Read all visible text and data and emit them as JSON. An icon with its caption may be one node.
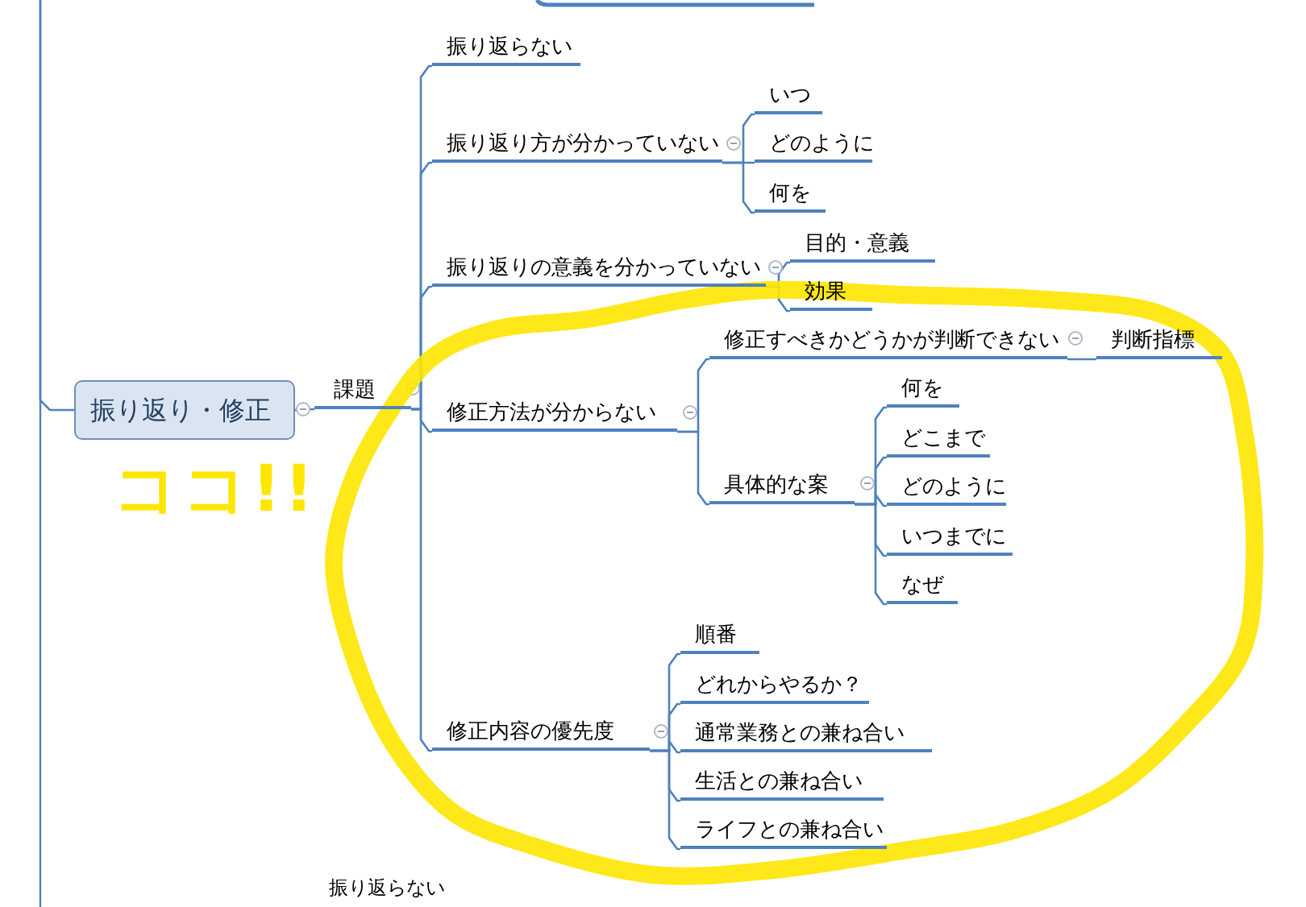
{
  "diagram": {
    "nodes": [
      {
        "text": [
          "振り返り・修正"
        ]
      },
      {
        "text": [
          "課題"
        ]
      },
      {
        "text": [
          "振り返らない"
        ]
      },
      {
        "text": [
          "振り返り方が分かっていない"
        ]
      },
      {
        "text": [
          "いつ"
        ]
      },
      {
        "text": [
          "どのように"
        ]
      },
      {
        "text": [
          "何を"
        ]
      },
      {
        "text": [
          "振り返りの意義を分かっていない"
        ]
      },
      {
        "text": [
          "目的・意義"
        ]
      },
      {
        "text": [
          "効果"
        ]
      },
      {
        "text": [
          "修正方法が分からない"
        ]
      },
      {
        "text": [
          "修正すべきかどうかが判断できない"
        ]
      },
      {
        "text": [
          "判断指標"
        ]
      },
      {
        "text": [
          "具体的な案"
        ]
      },
      {
        "text": [
          "何を"
        ]
      },
      {
        "text": [
          "どこまで"
        ]
      },
      {
        "text": [
          "どのように"
        ]
      },
      {
        "text": [
          "いつまでに"
        ]
      },
      {
        "text": [
          "なぜ"
        ]
      },
      {
        "text": [
          "修正内容の優先度"
        ]
      },
      {
        "text": [
          "順番"
        ]
      },
      {
        "text": [
          "どれからやるか？"
        ]
      },
      {
        "text": [
          "通常業務との兼ね合い"
        ]
      },
      {
        "text": [
          "生活との兼ね合い"
        ]
      },
      {
        "text": [
          "ライフとの兼ね合い"
        ]
      }
    ],
    "edges": [
      {
        "from": null,
        "to": 0,
        "arrow": "none"
      },
      {
        "from": 0,
        "to": 1,
        "arrow": "none"
      },
      {
        "from": 1,
        "to": 2,
        "arrow": "none"
      },
      {
        "from": 1,
        "to": 3,
        "arrow": "none"
      },
      {
        "from": 1,
        "to": 7,
        "arrow": "none"
      },
      {
        "from": 1,
        "to": 10,
        "arrow": "none"
      },
      {
        "from": 1,
        "to": 19,
        "arrow": "none"
      },
      {
        "from": 3,
        "to": 4,
        "arrow": "none"
      },
      {
        "from": 3,
        "to": 5,
        "arrow": "none"
      },
      {
        "from": 3,
        "to": 6,
        "arrow": "none"
      },
      {
        "from": 7,
        "to": 8,
        "arrow": "none"
      },
      {
        "from": 7,
        "to": 9,
        "arrow": "none"
      },
      {
        "from": 10,
        "to": 11,
        "arrow": "none"
      },
      {
        "from": 10,
        "to": 13,
        "arrow": "none"
      },
      {
        "from": 11,
        "to": 12,
        "arrow": "none"
      },
      {
        "from": 13,
        "to": 14,
        "arrow": "none"
      },
      {
        "from": 13,
        "to": 15,
        "arrow": "none"
      },
      {
        "from": 13,
        "to": 16,
        "arrow": "none"
      },
      {
        "from": 13,
        "to": 17,
        "arrow": "none"
      },
      {
        "from": 13,
        "to": 18,
        "arrow": "none"
      },
      {
        "from": 19,
        "to": 20,
        "arrow": "none"
      },
      {
        "from": 19,
        "to": 21,
        "arrow": "none"
      },
      {
        "from": 19,
        "to": 22,
        "arrow": "none"
      },
      {
        "from": 19,
        "to": 23,
        "arrow": "none"
      },
      {
        "from": 19,
        "to": 24,
        "arrow": "none"
      }
    ],
    "labels": [
      "ココ!!",
      "振り返らない"
    ]
  }
}
